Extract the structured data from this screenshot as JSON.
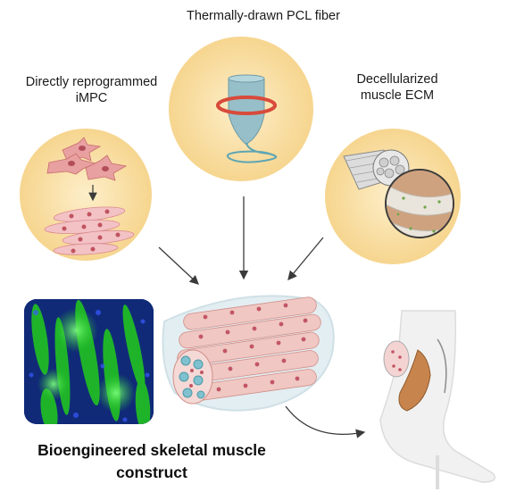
{
  "labels": {
    "pcl_fiber": "Thermally-drawn  PCL fiber",
    "impc_line1": "Directly reprogrammed",
    "impc_line2": "iMPC",
    "ecm_line1": "Decellularized",
    "ecm_line2": "muscle  ECM",
    "construct_line1": "Bioengineered skeletal muscle",
    "construct_line2": "construct"
  },
  "colors": {
    "circle_fill": "#fbe3ad",
    "cell_pink": "#e9a3a3",
    "nucleus": "#c0545f",
    "fiber_blue": "#8fb9c4",
    "fluorescence_green": "#2bd12b",
    "fluorescence_blue": "#1f3fa8",
    "arrow": "#3a3a3a"
  }
}
